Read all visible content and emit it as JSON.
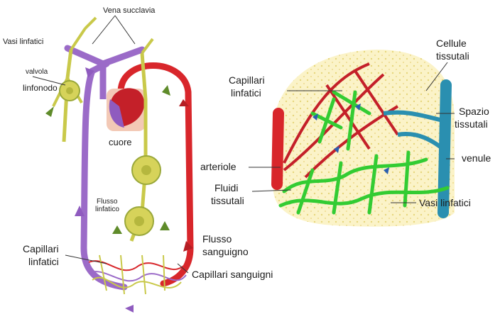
{
  "left_diagram": {
    "labels": {
      "vena_succlavia": "Vena succlavia",
      "vasi_linfatici": "Vasi linfatici",
      "valvola": "valvola",
      "linfonodo": "linfonodo",
      "cuore": "cuore",
      "flusso_linfatico_1": "Flusso",
      "flusso_linfatico_2": "linfatico",
      "capillari_linfatici_1": "Capillari",
      "capillari_linfatici_2": "linfatici",
      "flusso_sanguigno_1": "Flusso",
      "flusso_sanguigno_2": "sanguigno",
      "capillari_sanguigni": "Capillari sanguigni"
    }
  },
  "right_diagram": {
    "labels": {
      "capillari_linfatici_1": "Capillari",
      "capillari_linfatici_2": "linfatici",
      "cellule_tissutali_1": "Cellule",
      "cellule_tissutali_2": "tissutali",
      "spazio_tissutali_1": "Spazio",
      "spazio_tissutali_2": "tissutali",
      "arteriole": "arteriole",
      "venule": "venule",
      "fluidi_tissutali_1": "Fluidi",
      "fluidi_tissutali_2": "tissutali",
      "vasi_linfatici": "Vasi linfatici"
    }
  },
  "colors": {
    "lymph": "#c9c94a",
    "lymph_dark": "#7a8a1e",
    "artery": "#d8262b",
    "vein": "#9b6bc8",
    "lymph_green": "#33cc33",
    "venule_blue": "#2a8fb0",
    "tissue": "#fbf3c8"
  }
}
